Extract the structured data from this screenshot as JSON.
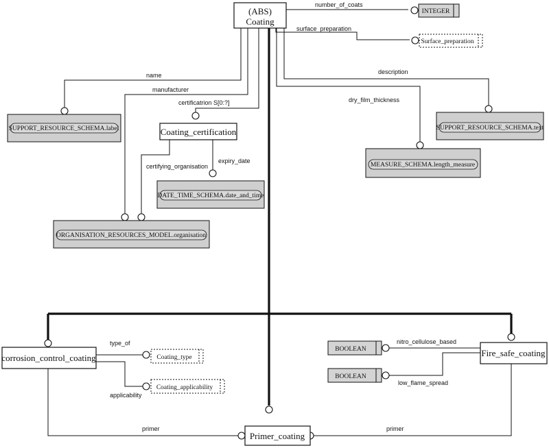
{
  "entities": {
    "coating": {
      "line1": "(ABS)",
      "line2": "Coating"
    },
    "coating_certification": "Coating_certification",
    "corrosion_control_coating": "corrosion_control_coating",
    "fire_safe_coating": "Fire_safe_coating",
    "primer_coating": "Primer_coating"
  },
  "external_refs": {
    "support_label": "SUPPORT_RESOURCE_SCHEMA.label",
    "support_text": "SUPPORT_RESOURCE_SCHEMA.text",
    "measure_length": "MEASURE_SCHEMA.length_measure",
    "date_time": "DATE_TIME_SCHEMA.date_and_time",
    "organisation": "ORGANISATION_RESOURCES_MODEL.organisation"
  },
  "types": {
    "integer": "INTEGER",
    "surface_preparation": "Surface_preparation",
    "coating_type": "Coating_type",
    "coating_applicability": "Coating_applicability",
    "boolean1": "BOOLEAN",
    "boolean2": "BOOLEAN"
  },
  "attributes": {
    "number_of_coats": "number_of_coats",
    "surface_preparation": "surface_preparation",
    "name": "name",
    "manufacturer": "manufacturer",
    "certification": "certificatrion  S[0:?]",
    "description": "description",
    "dry_film_thickness": "dry_film_thickness",
    "certifying_organisation": "certifying_organisation",
    "expiry_date": "expiry_date",
    "type_of": "type_of",
    "applicability": "applicability",
    "nitro_cellulose_based": "nitro_cellulose_based",
    "low_flame_spread": "low_flame_spread",
    "primer_left": "primer",
    "primer_right": "primer"
  }
}
